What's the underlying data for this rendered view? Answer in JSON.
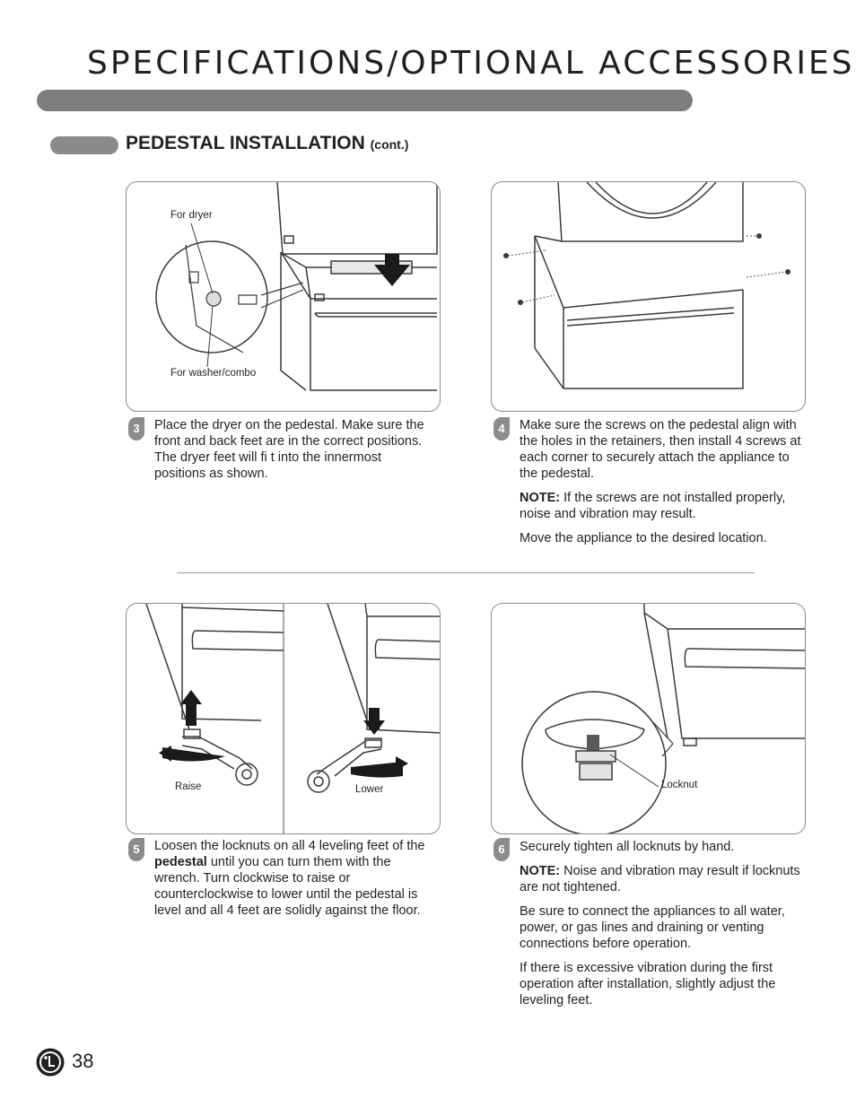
{
  "header": {
    "title": "SPECIFICATIONS/OPTIONAL ACCESSORIES"
  },
  "section": {
    "title": "PEDESTAL INSTALLATION",
    "suffix": "(cont.)"
  },
  "steps": [
    {
      "number": "3",
      "labels": [
        "For dryer",
        "For washer/combo"
      ],
      "paragraphs": [
        "Place the dryer on the pedestal. Make sure the front and back feet are in the correct positions. The dryer feet will fi t into the innermost positions as shown."
      ]
    },
    {
      "number": "4",
      "paragraphs": [
        "Make sure the screws on the pedestal align with the holes in the retainers, then install 4 screws at each corner to securely attach the appliance to the pedestal."
      ],
      "note_label": "NOTE:",
      "note_text": " If the screws are not installed properly, noise and vibration may result.",
      "extra": "Move the appliance to the desired location."
    },
    {
      "number": "5",
      "labels": [
        "Raise",
        "Lower"
      ],
      "text_before": "Loosen the locknuts on all 4 leveling feet of the ",
      "text_bold": "pedestal",
      "text_after": " until you can turn them with the wrench. Turn clockwise to raise or counterclockwise to lower until the pedestal is level and all 4 feet are solidly against the floor."
    },
    {
      "number": "6",
      "labels": [
        "Locknut"
      ],
      "paragraphs": [
        "Securely tighten all locknuts by hand."
      ],
      "note_label": "NOTE:",
      "note_text": " Noise and vibration may result if locknuts are not tightened.",
      "extra": [
        "Be sure to connect the appliances to all water, power, or gas lines and draining or venting connections before operation.",
        "If there is excessive vibration during the first operation after installation, slightly adjust the leveling feet."
      ]
    }
  ],
  "footer": {
    "page_number": "38"
  }
}
